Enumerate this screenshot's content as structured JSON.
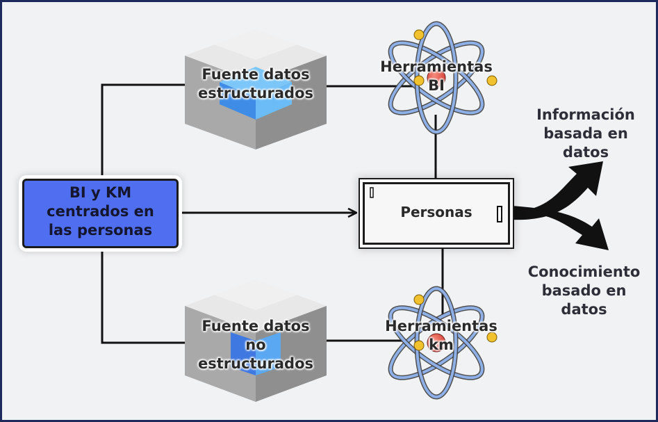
{
  "diagram": {
    "center_node": "BI y KM\ncentrados en\nlas personas",
    "structured_source": "Fuente datos\nestructurados",
    "unstructured_source": "Fuente datos\nno\nestructurados",
    "bi_tools": "Herramientas\nBI",
    "km_tools": "Herramientas\nkm",
    "people": "Personas",
    "info_output": "Información\nbasada en\ndatos",
    "knowledge_output": "Conocimiento\nbasado en\ndatos"
  },
  "colors": {
    "background": "#f1f2f4",
    "frame_border": "#1f2a5c",
    "center_fill": "#4f6ff0",
    "cube_grey": "#a3a3a3",
    "cube_blue": "#56a6f5",
    "atom_orbit": "#8fb0e6",
    "atom_nucleus": "#e0443a",
    "atom_electron": "#f2c12e",
    "connector": "#111111"
  }
}
